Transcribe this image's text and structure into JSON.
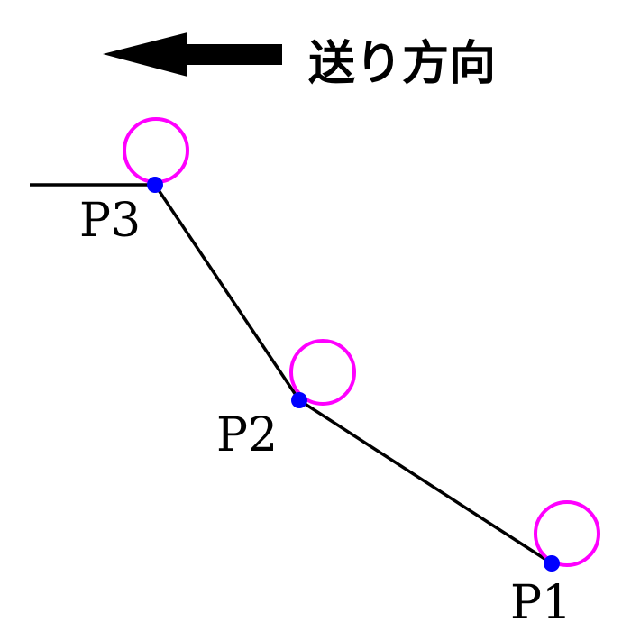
{
  "title": "送り方向",
  "points": [
    {
      "label": "P1"
    },
    {
      "label": "P2"
    },
    {
      "label": "P3"
    }
  ],
  "colors": {
    "line": "#000000",
    "point": "#0000ff",
    "circle": "#ff00ff",
    "arrow": "#000000"
  }
}
